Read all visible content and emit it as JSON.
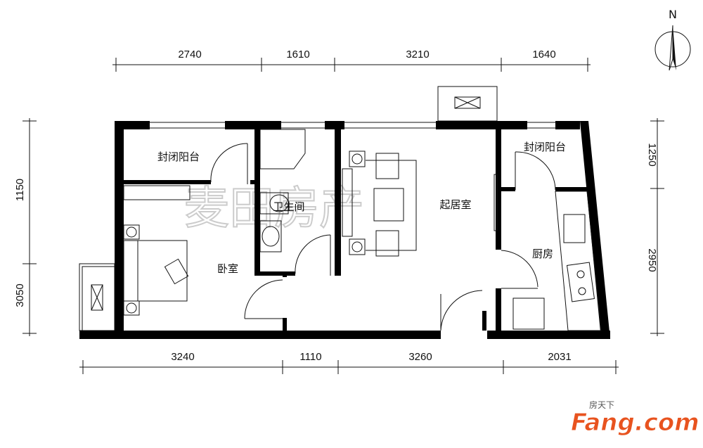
{
  "compass": {
    "north_label": "N"
  },
  "dimensions": {
    "top": [
      "2740",
      "1610",
      "3210",
      "1640"
    ],
    "bottom": [
      "3240",
      "1110",
      "3260",
      "2031"
    ],
    "left": [
      "1150",
      "3050"
    ],
    "right": [
      "1250",
      "2950"
    ]
  },
  "rooms": {
    "balcony_left": "封闭阳台",
    "bathroom": "卫生间",
    "bedroom": "卧室",
    "living_room": "起居室",
    "balcony_right": "封闭阳台",
    "kitchen": "厨房"
  },
  "watermark": "麦田房产",
  "logo": {
    "brand": "Fang.com",
    "brand_cn": "房天下"
  },
  "colors": {
    "wall": "#000000",
    "logo": "#e8531f",
    "watermark": "#cccccc"
  }
}
